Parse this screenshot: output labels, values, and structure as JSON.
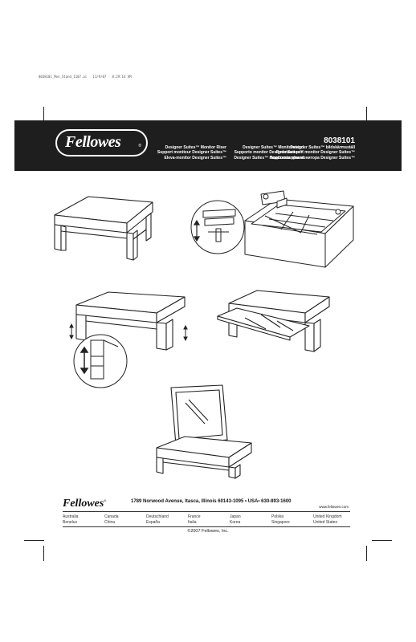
{
  "file_header": "8038101_Mon_Stand_1107.ai   11/9/07   8:29:14 AM",
  "brand": {
    "name": "Fellowes",
    "registered": "®"
  },
  "header": {
    "model_number": "8038101",
    "product_names": [
      [
        "Designer Suites™ Monitor Riser",
        "Support moniteur Designer Suites™",
        "Eleva-monitor Designer Suites™"
      ],
      [
        "Designer Suites™ Monitorstand",
        "Supporto monitor Designer Suites™",
        "Designer Suites™ monitorstandaard"
      ],
      [
        "Designer Suites™ bildskärmsställ",
        "Podstawa pod monitor Designer Suites™",
        "Подставка для монитора Designer Suites™"
      ]
    ]
  },
  "footer": {
    "address": "1789 Norwood Avenue, Itasca, Illinois 60143-1095  •  USA•  630-893-1600",
    "website": "www.fellowes.com",
    "countries": [
      [
        "Australia",
        "Benelux"
      ],
      [
        "Canada",
        "China"
      ],
      [
        "Deutschland",
        "España"
      ],
      [
        "France",
        "Italia"
      ],
      [
        "Japan",
        "Korea"
      ],
      [
        "Polska",
        "Singapore"
      ],
      [
        "United Kingdom",
        "United States"
      ]
    ],
    "copyright": "©2007 Fellowes, Inc."
  }
}
